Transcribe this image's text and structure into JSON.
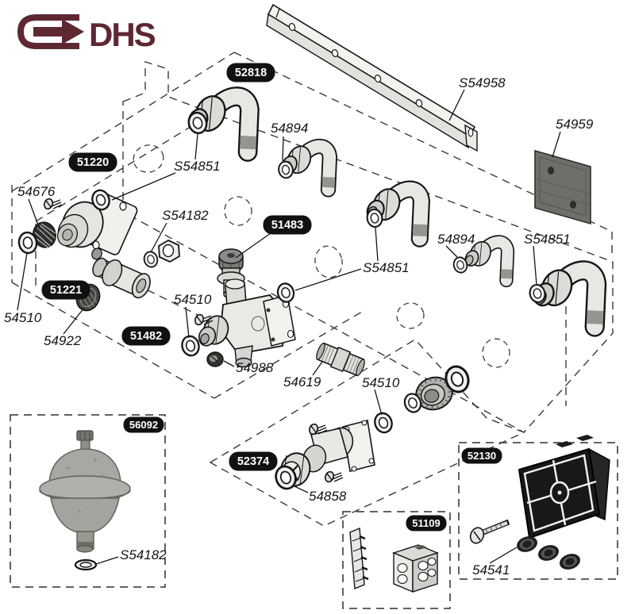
{
  "logo": {
    "brand": "DHS"
  },
  "colors": {
    "logo": "#5e2833",
    "line": "#141414",
    "panel": "#ebebe6",
    "dark_part": "#181818",
    "gray_part": "#a4a49e",
    "pill_bg": "#111111",
    "pill_text": "#ffffff"
  },
  "labels": {
    "boxed": [
      {
        "text": "52818"
      },
      {
        "text": "51220"
      },
      {
        "text": "51221"
      },
      {
        "text": "51482"
      },
      {
        "text": "51483"
      },
      {
        "text": "52374"
      },
      {
        "text": "56092"
      },
      {
        "text": "51109"
      },
      {
        "text": "52130"
      }
    ],
    "plain": [
      {
        "text": "S54958"
      },
      {
        "text": "54959"
      },
      {
        "text": "54894"
      },
      {
        "text": "S54851"
      },
      {
        "text": "54676"
      },
      {
        "text": "S54182"
      },
      {
        "text": "54510"
      },
      {
        "text": "54922"
      },
      {
        "text": "54510"
      },
      {
        "text": "S54851"
      },
      {
        "text": "54988"
      },
      {
        "text": "54619"
      },
      {
        "text": "54510"
      },
      {
        "text": "54858"
      },
      {
        "text": "S54182"
      },
      {
        "text": "54541"
      },
      {
        "text": "54894"
      },
      {
        "text": "S54851"
      }
    ]
  },
  "parts": [
    {
      "label": "52818",
      "name": "elbow-pipe-fitting"
    },
    {
      "label": "S54958",
      "name": "mounting-rail-bracket"
    },
    {
      "label": "54959",
      "name": "wall-bracket-plate"
    },
    {
      "label": "51220",
      "name": "flanged-valve-body"
    },
    {
      "label": "54676",
      "name": "filter-screen-disc"
    },
    {
      "label": "S54851",
      "name": "o-ring-seal"
    },
    {
      "label": "S54182",
      "name": "seal-and-hex-nut"
    },
    {
      "label": "51221",
      "name": "coupling-body"
    },
    {
      "label": "54922",
      "name": "ribbed-seal"
    },
    {
      "label": "54510",
      "name": "o-ring-seal"
    },
    {
      "label": "51483",
      "name": "vacuum-breaker"
    },
    {
      "label": "51482",
      "name": "diverter-valve-body"
    },
    {
      "label": "54988",
      "name": "grommet-seal"
    },
    {
      "label": "54619",
      "name": "threaded-nipple"
    },
    {
      "label": "54894",
      "name": "o-ring-seal"
    },
    {
      "label": "52374",
      "name": "check-valve-assembly"
    },
    {
      "label": "54858",
      "name": "o-ring-seal"
    },
    {
      "label": "56092",
      "name": "water-hammer-arrestor"
    },
    {
      "label": "51109",
      "name": "terminal-block"
    },
    {
      "label": "52130",
      "name": "solenoid-manifold-block"
    },
    {
      "label": "54541",
      "name": "grommet-set"
    }
  ]
}
